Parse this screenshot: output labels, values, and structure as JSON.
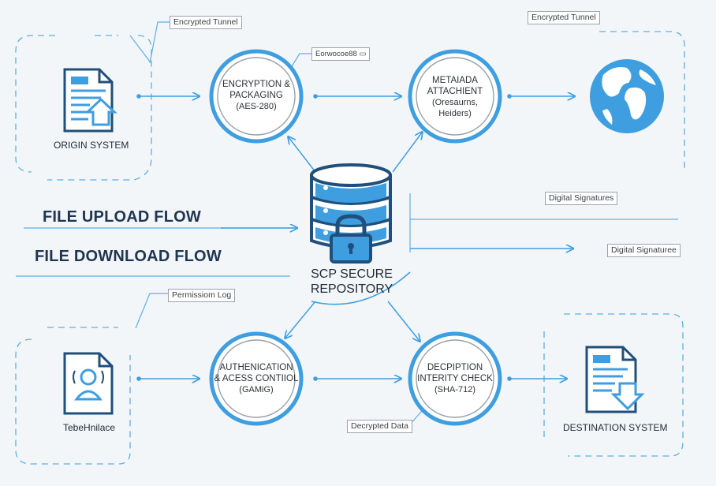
{
  "titles": {
    "upload": "FILE UPLOAD FLOW",
    "download": "FILE DOWNLOAD FLOW"
  },
  "repository": {
    "line1": "SCP SECURE",
    "line2": "REPOSITORY"
  },
  "systems": {
    "origin": "ORIGIN SYSTEM",
    "destination": "DESTINATION SYSTEM",
    "bottom_left": "TebeHnilace"
  },
  "nodes": {
    "encryption": {
      "line1": "ENCRYPTION &",
      "line2": "PACKAGING",
      "line3": "(AES-280)"
    },
    "metadata": {
      "line1": "METAIADA",
      "line2": "ATTACHIENT",
      "line3": "(Oresaurns,",
      "line4": "Heiders)"
    },
    "authentication": {
      "line1": "AUTHENICATION",
      "line2": "& ACESS CONTIIOL",
      "line3": "(GAMiG)"
    },
    "decryption": {
      "line1": "DECPIPTION",
      "line2": "INTERITY CHECK",
      "line3": "(SHA-712)"
    }
  },
  "tags": {
    "encrypted_tunnel_left": "Encrypted Tunnel",
    "encrypted_tunnel_right": "Encrypted Tunnel",
    "encryption_note": "Eorwocoe88 ▭",
    "digital_signatures": "Digital Signatures",
    "digital_signature_2": "Digital Signaturee",
    "permission_log": "Permissiom Log",
    "decrypted_data": "Decrypted Data"
  },
  "colors": {
    "accent": "#3f9ee0",
    "ring_outer": "#3f9ee0",
    "ring_inner": "#9aa0a6",
    "dash": "#5ab0e6",
    "title": "#1f3550"
  },
  "icons": {
    "origin": "document-upload-icon",
    "destination": "document-download-icon",
    "bottom_left": "user-document-icon",
    "globe": "globe-icon",
    "repository": "database-lock-icon"
  }
}
